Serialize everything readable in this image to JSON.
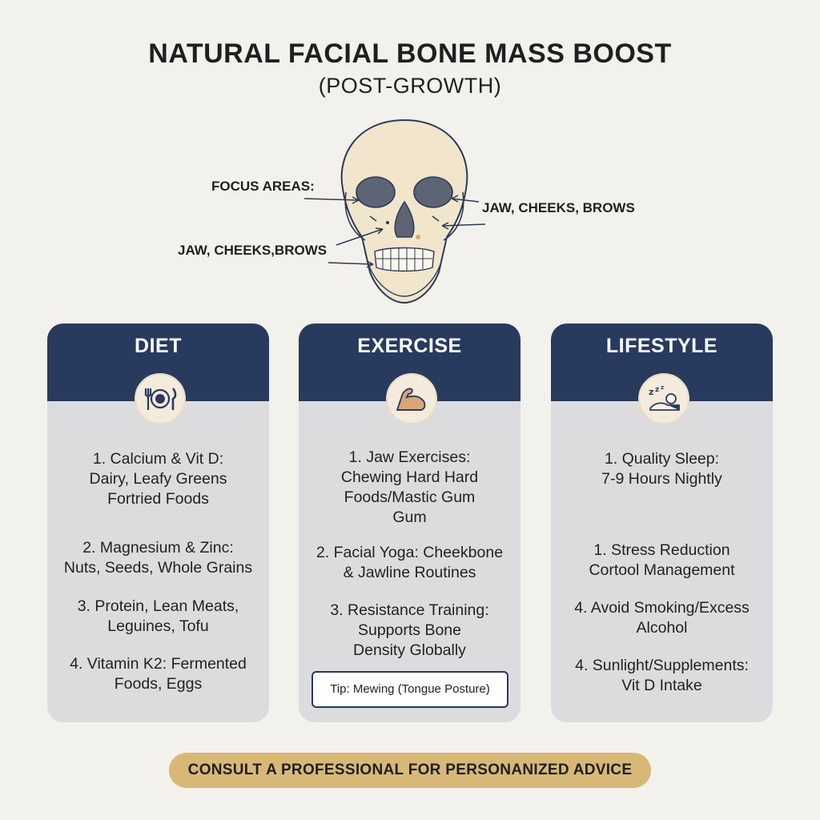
{
  "title": "NATURAL FACIAL BONE MASS BOOST",
  "subtitle": "(POST-GROWTH)",
  "diagram": {
    "focus_label": "FOCUS AREAS:",
    "right_label": "JAW, CHEEKS, BROWS",
    "left_label": "JAW, CHEEKS,BROWS"
  },
  "cards": [
    {
      "title": "DIET",
      "icon": "plate-cutlery-icon",
      "items": [
        [
          "1. Calcium & Vit D:",
          "Dairy, Leafy Greens",
          "Fortried Foods"
        ],
        [
          "2. Magnesium & Zinc:",
          "Nuts, Seeds, Whole Grains"
        ],
        [
          "3. Protein, Lean Meats,",
          "Leguines, Tofu"
        ],
        [
          "4. Vitamin K2: Fermented",
          "Foods, Eggs"
        ]
      ]
    },
    {
      "title": "EXERCISE",
      "icon": "flexed-bicep-icon",
      "items": [
        [
          "1. Jaw Exercises:",
          "Chewing Hard Hard",
          "Foods/Mastic Gum",
          "Gum"
        ],
        [
          "2. Facial Yoga: Cheekbone",
          "& Jawline Routines"
        ],
        [
          "3. Resistance Training:",
          "Supports Bone",
          "Density Globally"
        ]
      ],
      "tip": "Tip: Mewing (Tongue Posture)"
    },
    {
      "title": "LIFESTYLE",
      "icon": "sleeping-person-icon",
      "items": [
        [
          "1. Quality Sleep:",
          "7-9 Hours Nightly"
        ],
        [
          "1. Stress Reduction",
          "Cortool Management"
        ],
        [
          "4. Avoid Smoking/Excess",
          "Alcohol"
        ],
        [
          "4. Sunlight/Supplements:",
          "Vit D Intake"
        ]
      ]
    }
  ],
  "footer": "CONSULT A PROFESSIONAL FOR PERSONANIZED ADVICE",
  "colors": {
    "header_navy": "#283a5e",
    "card_gray": "#dcdcde",
    "footer_gold": "#d8b877",
    "background": "#f3f1ec",
    "bone": "#f1e6cc"
  }
}
